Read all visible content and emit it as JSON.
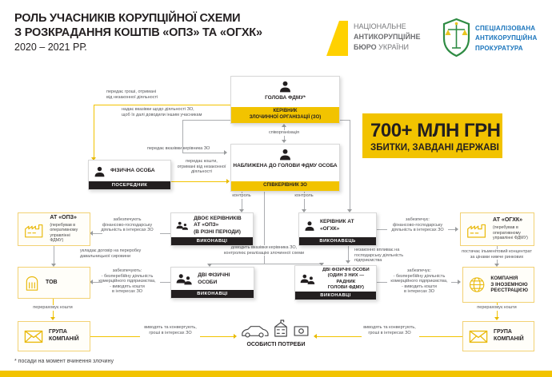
{
  "colors": {
    "accent_yellow": "#F2C300",
    "ink": "#231F20",
    "line_gray": "#ABADB0",
    "sap_blue": "#1B75BC",
    "sap_green": "#2E8B43",
    "nabu_yellow": "#FFD100"
  },
  "header": {
    "title_line1": "РОЛЬ УЧАСНИКІВ КОРУПЦІЙНОЇ СХЕМИ",
    "title_line2": "З РОЗКРАДАННЯ КОШТІВ «ОПЗ» ТА «ОГХК»",
    "title_line3": "2020 – 2021 РР."
  },
  "logos": {
    "nabu": {
      "line1": "НАЦІОНАЛЬНЕ",
      "line2": "АНТИКОРУПЦІЙНЕ",
      "line3_bold": "БЮРО",
      "line3_rest": " УКРАЇНИ"
    },
    "sap": {
      "line1": "СПЕЦІАЛІЗОВАНА",
      "line2": "АНТИКОРУПЦІЙНА",
      "line3": "ПРОКУРАТУРА"
    }
  },
  "badge": {
    "line1": "700+ МЛН ГРН",
    "line2": "ЗБИТКИ, ЗАВДАНІ ДЕРЖАВІ"
  },
  "nodes": {
    "golova": {
      "title": "ГОЛОВА ФДМУ*",
      "band": "КЕРІВНИК\nЗЛОЧИННОЇ ОРГАНІЗАЦІЇ (ЗО)"
    },
    "nablyzhena": {
      "title": "НАБЛИЖЕНА ДО ГОЛОВИ ФДМУ ОСОБА",
      "band": "СПІВКЕРІВНИК ЗО"
    },
    "fizychna": {
      "title": "ФІЗИЧНА ОСОБА",
      "band": "ПОСЕРЕДНИК"
    },
    "dvoe_kerivnykiv_opz": {
      "title": "ДВОЄ КЕРІВНИКІВ АТ «ОПЗ»\n(В РІЗНІ ПЕРІОДИ)",
      "band": "ВИКОНАВЦІ"
    },
    "kerivnyk_ogxk": {
      "title": "КЕРІВНИК АТ «ОГХК»",
      "band": "ВИКОНАВЕЦЬ"
    },
    "dvi_fizychni_l": {
      "title": "ДВІ ФІЗИЧНІ ОСОБИ",
      "band": "ВИКОНАВЦІ"
    },
    "dvi_fizychni_r": {
      "title": "ДВІ ФІЗИЧНІ ОСОБИ\n(ОДИН З НИХ — РАДНИК\nГОЛОВИ ФДМУ)",
      "band": "ВИКОНАВЦІ"
    },
    "at_opz": {
      "title": "АТ «ОПЗ»",
      "sub": "(перебував в\nоперативному\nуправлінні ФДМУ)"
    },
    "tov": {
      "title": "ТОВ"
    },
    "grupa_l": {
      "title": "ГРУПА\nКОМПАНІЙ"
    },
    "at_ogxk": {
      "title": "АТ «ОГХК»",
      "sub": "(перебував в\nоперативному\nуправлінні ФДМУ)"
    },
    "kompaniya_inozemna": {
      "title": "КОМПАНІЯ\nЗ ІНОЗЕМНОЮ\nРЕЄСТРАЦІЄЮ"
    },
    "grupa_r": {
      "title": "ГРУПА\nКОМПАНІЙ"
    }
  },
  "connectors": {
    "peredaye_hroshi": "передає гроші, отримані\nвід незаконної діяльності",
    "nadaye_vkazivky": "надає вказівки щодо діяльності ЗО,\nщоб їх далі доводили іншим учасникам",
    "peredaye_vkazivky": "передає вказівки керівника ЗО",
    "spivorganizatsiya": "співорганізація",
    "peredaye_koshty": "передає кошти,\nотримані від незаконної\nдіяльності",
    "kontrol_left": "контроль",
    "kontrol_right": "контроль",
    "dovodyt": "доводить вказівки керівника ЗО,\nконтролює реалізацію злочинної схеми",
    "zabezpechuyut_opz": "забезпечують\nфінансово-господарську\nдіяльність в інтересах ЗО",
    "zabezpechuye_ogxk": "забезпечує:\nфінансово-господарську\nдіяльність в інтересах ЗО",
    "nezakonno": "незаконно впливає на\nгосподарську діяльність\nпідприємства",
    "ukladaye_dohovir": "укладає договір на переробку\nдавальницької сировини",
    "postachaye": "постачає ільменітовий концентрат\nза цінами нижче ринкових",
    "zabezpechuyut_tov": "забезпечують:\n- безперебійну діяльність\nкомерційного підприємства,\n- виводять кошти\nв інтересах ЗО",
    "zabezpechuye_komp": "забезпечує:\n- безперебійну діяльність\nкомерційного підприємства,\n- виводить кошти\nв інтересах ЗО",
    "pererakhovuye_l": "перераховує кошти",
    "pererakhovuye_r": "перераховує кошти",
    "vyvodyat_l": "виводять та конвертують,\nгроші в інтересах ЗО",
    "vyvodyat_r": "виводять та конвертують,\nгроші в інтересах ЗО"
  },
  "personal_needs": {
    "label": "ОСОБИСТІ ПОТРЕБИ"
  },
  "footnote": {
    "text": "* посади на момент вчинення злочину"
  },
  "icons": {
    "person": "person-icon",
    "two-persons": "two-persons-icon",
    "factory": "factory-icon",
    "tank": "storage-tank-icon",
    "envelope": "envelope-icon",
    "globe": "globe-icon",
    "car": "car-icon",
    "house": "house-icon",
    "money": "banknote-icon",
    "scales": "scales-emblem-icon",
    "nabu-mark": "nabu-yellow-mark"
  }
}
